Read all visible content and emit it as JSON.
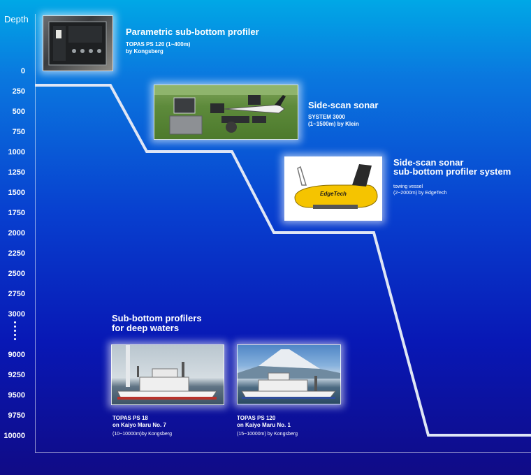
{
  "axis": {
    "label": "Depth",
    "ticks": [
      "0",
      "250",
      "500",
      "750",
      "1000",
      "1250",
      "1500",
      "1750",
      "2000",
      "2250",
      "2500",
      "2750",
      "3000",
      "9000",
      "9250",
      "9500",
      "9750",
      "10000"
    ]
  },
  "items": {
    "parametric": {
      "title": "Parametric sub-bottom profiler",
      "model": "TOPAS PS 120 (1~400m)",
      "maker": "by Kongsberg"
    },
    "sidescan": {
      "title": "Side-scan sonar",
      "model": "SYSTEM 3000",
      "range": "(1~1500m) by Klein"
    },
    "sidescan_sbp": {
      "title_line1": "Side-scan sonar",
      "title_line2": "sub-bottom profiler system",
      "desc": "towing vessel",
      "range": "(2~2000m) by EdgeTech",
      "logo": "EdgeTech"
    },
    "deep": {
      "title_line1": "Sub-bottom profilers",
      "title_line2": "for deep waters",
      "ship1": {
        "model": "TOPAS PS 18",
        "vessel": "on Kaiyo Maru No. 7",
        "range": "(10~10000m)by Kongsberg"
      },
      "ship2": {
        "model": "TOPAS PS 120",
        "vessel": "on Kaiyo Maru No. 1",
        "range": "(15~10000m) by Kongsberg"
      }
    }
  },
  "colors": {
    "profile_line": "#dfe6f5",
    "bg_top": "#00a8e6",
    "bg_bottom": "#100b86"
  }
}
